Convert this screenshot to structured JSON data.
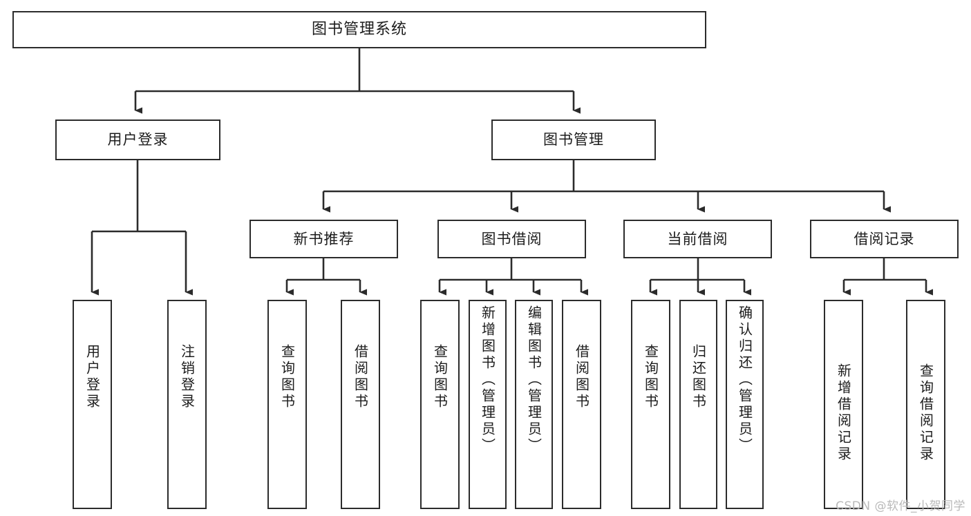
{
  "diagram": {
    "title": "图书管理系统",
    "type": "hierarchy-tree",
    "root": {
      "label": "图书管理系统"
    },
    "level1": [
      {
        "label": "用户登录"
      },
      {
        "label": "图书管理"
      }
    ],
    "level2": [
      {
        "label": "新书推荐"
      },
      {
        "label": "图书借阅"
      },
      {
        "label": "当前借阅"
      },
      {
        "label": "借阅记录"
      }
    ],
    "leaves": [
      {
        "label": "用户登录"
      },
      {
        "label": "注销登录"
      },
      {
        "label": "查询图书"
      },
      {
        "label": "借阅图书"
      },
      {
        "label": "查询图书"
      },
      {
        "label": "新增图书（管理员）"
      },
      {
        "label": "编辑图书（管理员）"
      },
      {
        "label": "借阅图书"
      },
      {
        "label": "查询图书"
      },
      {
        "label": "归还图书"
      },
      {
        "label": "确认归还（管理员）"
      },
      {
        "label": "新增借阅记录"
      },
      {
        "label": "查询借阅记录"
      }
    ],
    "colors": {
      "stroke": "#2b2b2b",
      "fill": "#ffffff",
      "text": "#1c1c1c",
      "watermark": "#b9b9b9"
    }
  },
  "watermark": {
    "text": "CSDN @软件_小贺同学"
  }
}
